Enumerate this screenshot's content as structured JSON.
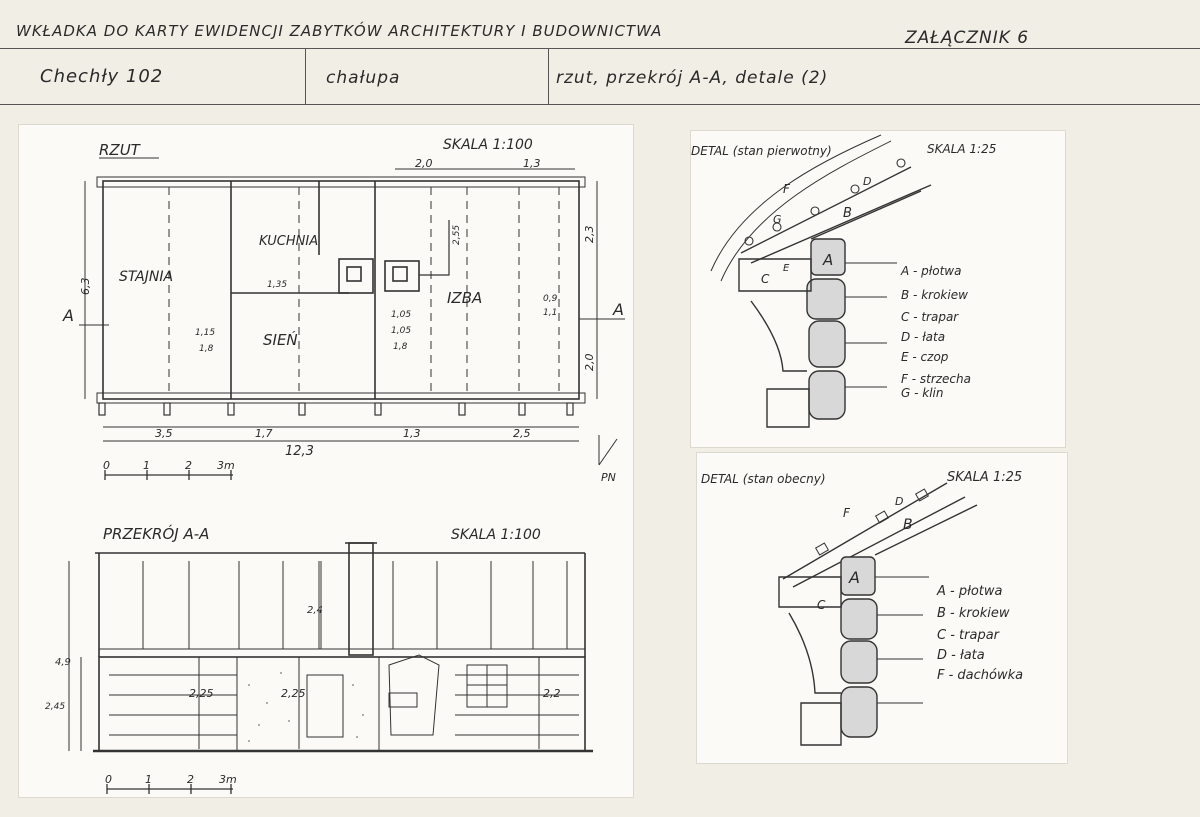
{
  "header": {
    "title": "WKŁADKA DO KARTY EWIDENCJI ZABYTKÓW ARCHITEKTURY I BUDOWNICTWA",
    "attachment": "ZAŁĄCZNIK 6",
    "location": "Chechły 102",
    "object": "chałupa",
    "content": "rzut, przekrój A-A, detale (2)"
  },
  "plan": {
    "title": "RZUT",
    "scale": "SKALA 1:100",
    "rooms": [
      "STAJNIA",
      "KUCHNIA",
      "SIEŃ",
      "IZBA"
    ],
    "section_mark": "A",
    "north": "PN",
    "dims": {
      "total": "12,3",
      "seg1": "3,5",
      "seg2": "1,7",
      "seg3": "1,3",
      "seg4": "2,5",
      "top1": "2,0",
      "top2": "1,3",
      "height_left": "6,3",
      "right1": "2,3",
      "right2": "2,0",
      "d1": "1,15",
      "d2": "1,8",
      "d3": "1,05",
      "d4": "1,8",
      "d5": "2,55",
      "d6": "0,9",
      "d7": "1,1",
      "d8": "1,35",
      "d9": "1,05"
    },
    "scale_bar": [
      "0",
      "1",
      "2",
      "3m"
    ]
  },
  "section": {
    "title": "PRZEKRÓJ A-A",
    "scale": "SKALA 1:100",
    "dims": {
      "total_height": "4,9",
      "wall": "2,45",
      "roof": "2,4",
      "h1": "2,25",
      "h2": "2,25",
      "h3": "2,2"
    },
    "scale_bar": [
      "0",
      "1",
      "2",
      "3m"
    ]
  },
  "detail1": {
    "title": "DETAL (stan pierwotny)",
    "scale": "SKALA 1:25",
    "legend": [
      {
        "key": "A",
        "text": "A - płotwa"
      },
      {
        "key": "B",
        "text": "B - krokiew"
      },
      {
        "key": "C",
        "text": "C - trapar"
      },
      {
        "key": "D",
        "text": "D - łata"
      },
      {
        "key": "E",
        "text": "E - czop"
      },
      {
        "key": "F",
        "text": "F - strzecha"
      },
      {
        "key": "G",
        "text": "G - klin"
      }
    ],
    "labels": [
      "A",
      "B",
      "C",
      "D",
      "E",
      "F",
      "G"
    ]
  },
  "detail2": {
    "title": "DETAL (stan obecny)",
    "scale": "SKALA 1:25",
    "legend": [
      {
        "key": "A",
        "text": "A - płotwa"
      },
      {
        "key": "B",
        "text": "B - krokiew"
      },
      {
        "key": "C",
        "text": "C - trapar"
      },
      {
        "key": "D",
        "text": "D - łata"
      },
      {
        "key": "F",
        "text": "F - dachówka"
      }
    ],
    "labels": [
      "A",
      "B",
      "C",
      "D",
      "F"
    ]
  }
}
